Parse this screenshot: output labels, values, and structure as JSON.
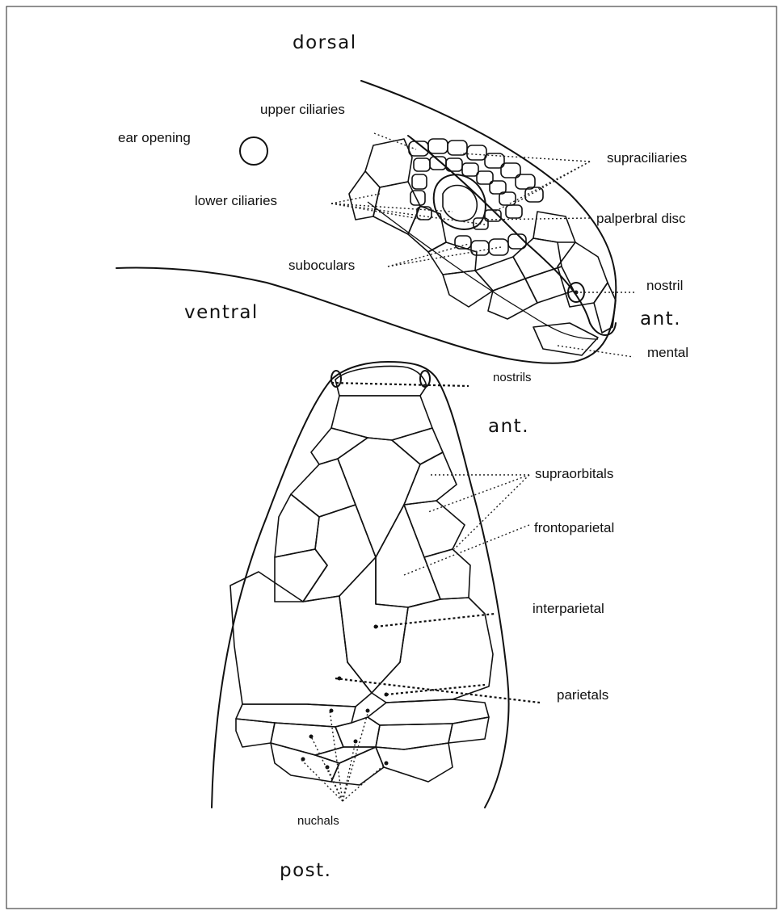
{
  "orientation_labels": {
    "dorsal": "dorsal",
    "ventral": "ventral",
    "ant_lateral": "ant.",
    "ant_dorsal": "ant.",
    "post": "post."
  },
  "lateral_view_labels": {
    "ear_opening": "ear opening",
    "upper_ciliaries": "upper ciliaries",
    "lower_ciliaries": "lower ciliaries",
    "supraciliaries": "supraciliaries",
    "palperbral_disc": "palperbral disc",
    "suboculars": "suboculars",
    "nostril": "nostril",
    "mental": "mental"
  },
  "dorsal_view_labels": {
    "nostrils": "nostrils",
    "supraorbitals": "supraorbitals",
    "frontoparietal": "frontoparietal",
    "interparietal": "interparietal",
    "parietals": "parietals",
    "nuchals": "nuchals"
  },
  "colors": {
    "ink": "#111111",
    "paper": "#ffffff"
  }
}
